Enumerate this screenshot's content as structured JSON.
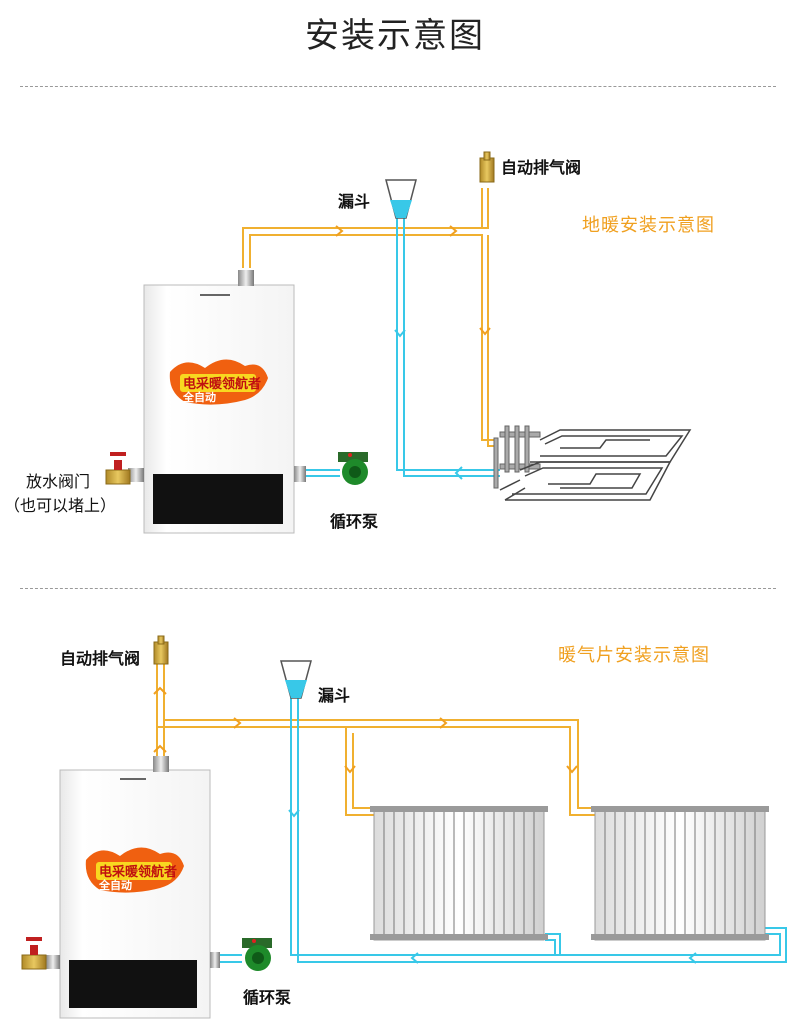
{
  "page": {
    "title": "安装示意图"
  },
  "floor_heating": {
    "title": "地暖安装示意图",
    "labels": {
      "auto_air_valve": "自动排气阀",
      "funnel": "漏斗",
      "drain_valve": "放水阀门",
      "drain_valve_note": "（也可以堵上）",
      "circulation_pump": "循环泵"
    }
  },
  "radiator": {
    "title": "暖气片安装示意图",
    "labels": {
      "auto_air_valve": "自动排气阀",
      "funnel": "漏斗",
      "circulation_pump": "循环泵"
    }
  },
  "boiler_badge": {
    "line1": "电采暖领航者",
    "line2": "全自动"
  },
  "colors": {
    "supply_pipe": "#f0b030",
    "return_pipe": "#38c8e8",
    "accent": "#f0a020"
  }
}
